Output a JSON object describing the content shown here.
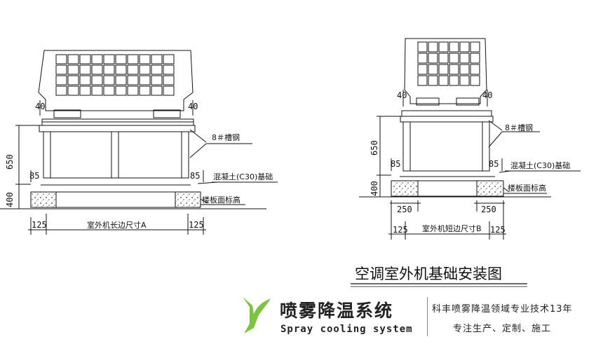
{
  "left_unit": {
    "dim_height_total": "650",
    "dim_base": "400",
    "dim_top_left": "40",
    "dim_top_right": "40",
    "dim_leg_left": "85",
    "dim_leg_right": "85",
    "dim_bottom_left": "125",
    "dim_bottom_right": "125",
    "label_channel": "8＃槽钢",
    "label_concrete": "混凝土(C30)基础",
    "label_floor": "楼板面标高",
    "label_length": "室外机长边尺寸A"
  },
  "right_unit": {
    "dim_height_total": "650",
    "dim_base": "400",
    "dim_top_left": "40",
    "dim_top_right": "40",
    "dim_leg_right": "85",
    "dim_leg_left": "85",
    "dim_base_left": "250",
    "dim_base_right": "250",
    "dim_bottom_left": "125",
    "dim_bottom_right": "125",
    "label_channel": "8＃槽钢",
    "label_concrete": "混凝土(C30)基础",
    "label_floor": "楼板面标高",
    "label_length": "室外机短边尺寸B"
  },
  "drawing_title": "空调室外机基础安装图",
  "footer": {
    "brand_name": "喷雾降温系统",
    "brand_sub": "Spray cooling system",
    "slogan_line1": "科丰喷雾降温领域专业技术13年",
    "slogan_line2": "专注生产、定制、施工",
    "logo_color": "#7dc242"
  }
}
